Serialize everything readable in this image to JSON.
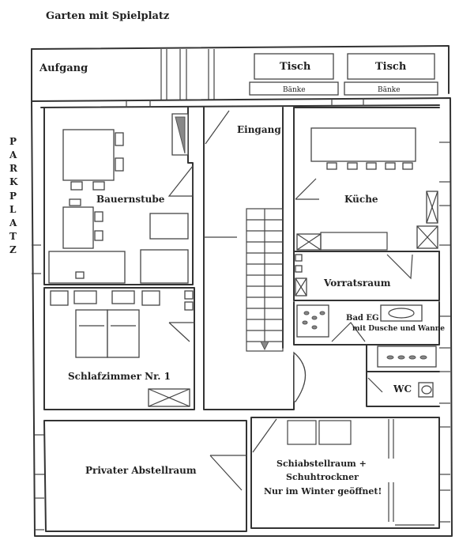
{
  "header": {
    "title": "Garten mit Spielplatz",
    "title_color": "#2d5a2d"
  },
  "side_label": [
    "P",
    "A",
    "R",
    "K",
    "P",
    "L",
    "A",
    "T",
    "Z"
  ],
  "terrace": {
    "aufgang": "Aufgang",
    "table_left": "Tisch",
    "table_right": "Tisch",
    "bench_left": "Bänke",
    "bench_right": "Bänke"
  },
  "rooms": {
    "eingang": "Eingang",
    "bauernstube": "Bauernstube",
    "kueche": "Küche",
    "vorratsraum": "Vorratsraum",
    "bad_line1": "Bad EG",
    "bad_line2": "mit Dusche und Wanne",
    "wc": "WC",
    "schlafzimmer": "Schlafzimmer Nr. 1",
    "abstellraum": "Privater Abstellraum",
    "schiraum_line1": "Schiabstellraum +",
    "schiraum_line2": "Schuhtrockner",
    "schiraum_line3": "Nur im Winter geöffnet!"
  }
}
